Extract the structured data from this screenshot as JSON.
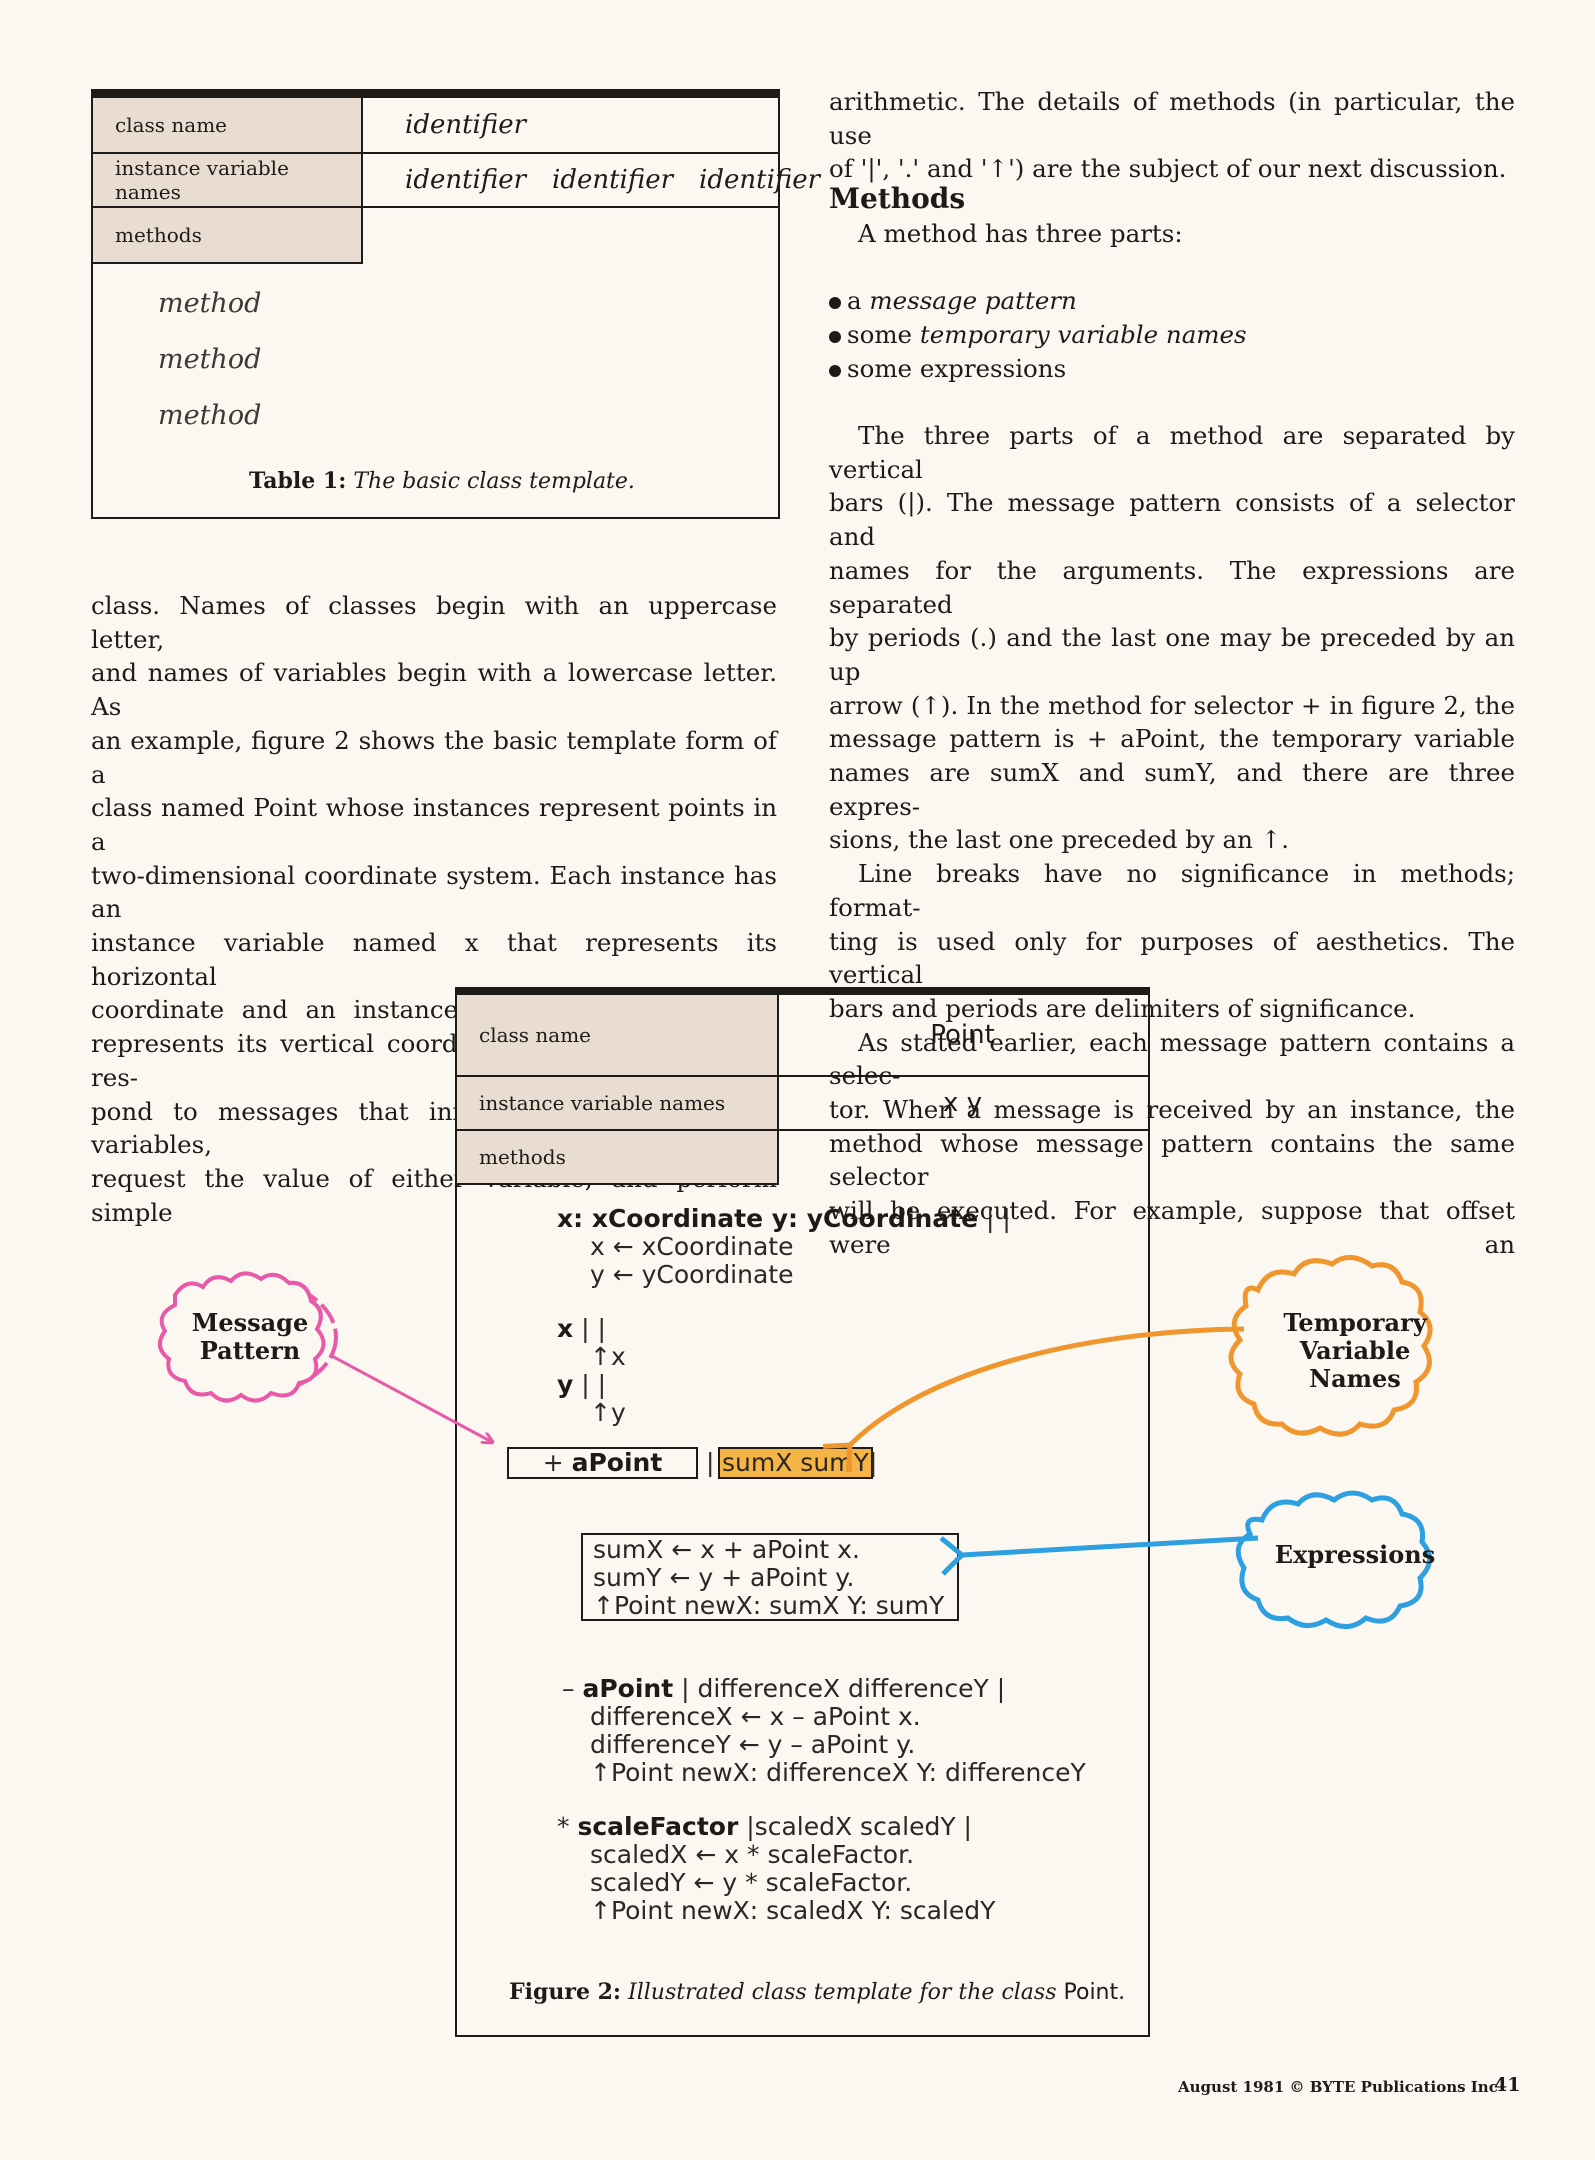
{
  "table1": {
    "rows": [
      {
        "label": "class name",
        "value": "identifier"
      },
      {
        "label": "instance variable names",
        "values": [
          "identifier",
          "identifier",
          "identifier"
        ]
      },
      {
        "label": "methods"
      }
    ],
    "methods": [
      "method",
      "method",
      "method"
    ],
    "caption_label": "Table 1:",
    "caption_text": "The basic class template."
  },
  "left_column": {
    "lines": [
      "class. Names of classes begin with an uppercase letter,",
      "and names of variables begin with a lowercase letter. As",
      "an example, figure 2 shows the basic template form of a",
      "class named Point whose instances represent points in a",
      "two-dimensional coordinate system. Each instance has an",
      "instance variable named x that represents its horizontal",
      "coordinate and an instance variable named y that",
      "represents its vertical coordinate. Each instance can res-",
      "pond to messages that initialize its two instance variables,",
      "request the value of either variable, and perform simple"
    ]
  },
  "right_column": {
    "intro_lines": [
      "arithmetic. The details of methods (in particular, the use",
      "of '|', '.' and '↑') are the subject of our next discussion."
    ],
    "heading": "Methods",
    "subheading": "A method has three parts:",
    "bullets": [
      {
        "plain": "a ",
        "italic": "message pattern"
      },
      {
        "plain": "some ",
        "italic": "temporary variable names"
      },
      {
        "plain": "some expressions",
        "italic": ""
      }
    ],
    "para1": [
      "The three parts of a method are separated by vertical",
      "bars (|). The message pattern consists of a selector and",
      "names for the arguments. The expressions are separated",
      "by periods (.) and the last one may be preceded by an up",
      "arrow (↑). In the method for selector + in figure 2, the",
      "message pattern is + aPoint, the temporary variable",
      "names are sumX and sumY, and there are three expres-",
      "sions, the last one preceded by an ↑."
    ],
    "para2": [
      "Line breaks have no significance in methods; format-",
      "ting is used only for purposes of aesthetics. The vertical",
      "bars and periods are delimiters of significance."
    ],
    "para3": [
      "As stated earlier, each message pattern contains a selec-",
      "tor. When a message is received by an instance, the",
      "method whose message pattern contains the same selector",
      "will be executed. For example, suppose that offset were an"
    ]
  },
  "figure2": {
    "rows": [
      {
        "label": "class name",
        "value": "Point"
      },
      {
        "label": "instance variable names",
        "value": "x y"
      },
      {
        "label": "methods",
        "value": ""
      }
    ],
    "method1": {
      "header_bold": "x: xCoordinate y: yCoordinate",
      "header_rest": " |  |",
      "lines": [
        "x ← xCoordinate",
        "y ← yCoordinate"
      ]
    },
    "method_x": {
      "header_bold": "x",
      "header_rest": " |  |",
      "line": "↑x"
    },
    "method_y": {
      "header_bold": "y",
      "header_rest": " |  |",
      "line": "↑y"
    },
    "plus_method": {
      "pattern_prefix": "+ ",
      "pattern_bold": "aPoint",
      "temps": "sumX sumY",
      "bar": "|",
      "lines": [
        "sumX ← x + aPoint x.",
        "sumY ← y + aPoint y.",
        "↑Point newX: sumX Y: sumY"
      ]
    },
    "minus_method": {
      "prefix": "– ",
      "bold": "aPoint",
      "rest": " | differenceX differenceY |",
      "lines": [
        "differenceX ← x – aPoint x.",
        "differenceY ← y – aPoint y.",
        "↑Point newX: differenceX Y: differenceY"
      ]
    },
    "times_method": {
      "prefix": "* ",
      "bold": "scaleFactor",
      "rest": " |scaledX scaledY |",
      "lines": [
        "scaledX ← x * scaleFactor.",
        "scaledY ← y * scaleFactor.",
        "↑Point newX: scaledX Y: scaledY"
      ]
    },
    "caption_label": "Figure 2:",
    "caption_text": "Illustrated class template for the class",
    "caption_name": "Point."
  },
  "callouts": {
    "message_pattern": [
      "Message",
      "Pattern"
    ],
    "temporary_variable_names": [
      "Temporary",
      "Variable",
      "Names"
    ],
    "expressions": [
      "Expressions"
    ]
  },
  "colors": {
    "pink": "#e85aa8",
    "orange": "#f0962e",
    "blue": "#2e9fe0",
    "highlight": "#f5b446",
    "shade": "#e9ddd2"
  },
  "footer": {
    "text": "August 1981 © BYTE Publications Inc",
    "page": "41"
  }
}
